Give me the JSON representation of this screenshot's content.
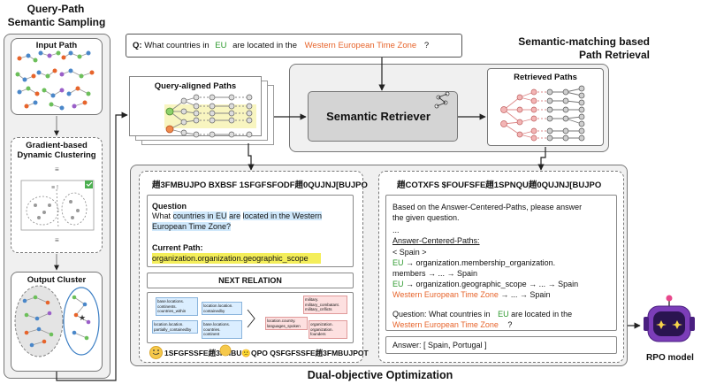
{
  "left_panel": {
    "title_line1": "Query-Path",
    "title_line2": "Semantic Sampling",
    "input_path": "Input Path",
    "clustering_line1": "Gradient-based",
    "clustering_line2": "Dynamic Clustering",
    "output_cluster": "Output Cluster"
  },
  "query": {
    "prefix": "Q:",
    "part1": "What countries in",
    "eu": "EU",
    "part2": "are located in the",
    "tz": "Western European Time Zone",
    "end": "?"
  },
  "retrieval": {
    "title_line1": "Semantic-matching based",
    "title_line2": "Path Retrieval",
    "query_aligned": "Query-aligned Paths",
    "retriever": "Semantic Retriever",
    "retrieved": "Retrieved Paths"
  },
  "optimization": {
    "title": "Dual-objective Optimization",
    "left_header": "趙3FMBUJPO BXBSF 1SFGFSFODF趙0QUJNJ[BUJPO",
    "right_header": "趙COTXFS $FOUFSFE趙1SPNQU趙0QUJNJ[BUJPO",
    "question_label": "Question",
    "question_part1": "What",
    "question_hl": "countries in EU",
    "question_part2": "are",
    "question_part3": "located in the Western",
    "question_part4": "European Time Zone?",
    "current_path_label": "Current Path:",
    "current_path": "organization.organization.geographic_scope",
    "next_relation": "NEXT RELATION",
    "relations_left": [
      "base.locations.\ncontinents.\ncountries_within",
      "location.location.\ncontainedby",
      "location.location.\npartially_containedby",
      "base.locations.\ncountries.\ncontinent"
    ],
    "relations_right": [
      "military.\nmilitary_combatant.\nmilitary_cnflicts",
      "location.country.\nlanguages_spoken",
      "organization.\norganization.\nfounders"
    ],
    "preference_footer": "1SFGFSSFE趙3FMBU😕QPO QSFGFSSFE趙3FMBUJPOT",
    "prompt_line1": "Based on the Answer-Centered-Paths, please answer",
    "prompt_line2": "the given question.",
    "ellipsis": "...",
    "acp_label": "Answer-Centered-Paths:",
    "spain_tag": "< Spain >",
    "path1_eu": "EU",
    "path1_rest": "→ organization.membership_organization.",
    "path1_line2": "members → ... → Spain",
    "path2_eu": "EU",
    "path2_rest": "→ organization.geographic_scope → ... → Spain",
    "path3_tz": "Western European Time Zone",
    "path3_rest": "→ ... → Spain",
    "q2_part1": "Question: What countries in",
    "q2_eu": "EU",
    "q2_part2": "are located in the",
    "q2_tz": "Western European Time Zone",
    "q2_end": "?",
    "answer": "Answer: [ Spain, Portugal ]"
  },
  "model": {
    "label": "RPO model"
  },
  "colors": {
    "orange": "#e7642b",
    "green": "#2e9a2e",
    "node_blue": "#4a87c9",
    "node_red": "#f3b5b5"
  }
}
